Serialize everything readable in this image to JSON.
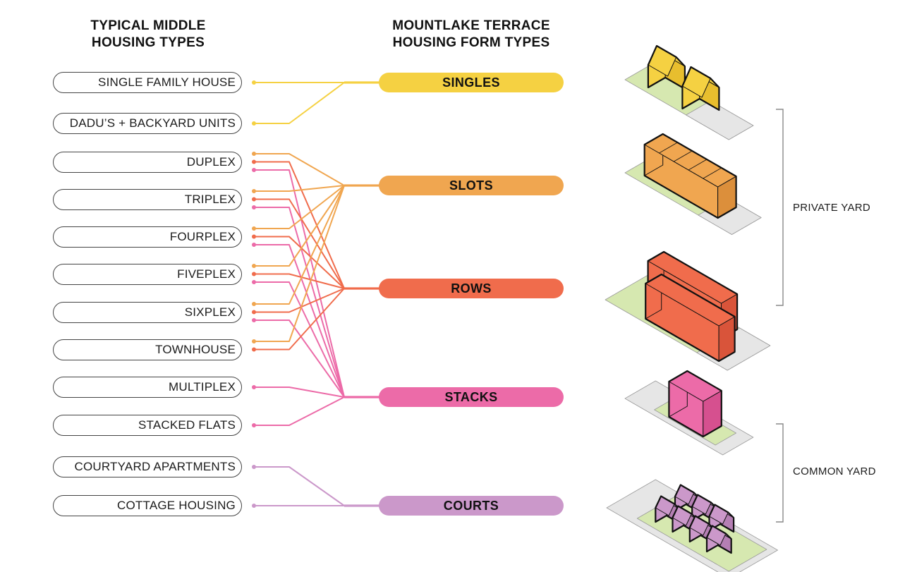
{
  "headings": {
    "left_line1": "TYPICAL MIDDLE",
    "left_line2": "HOUSING TYPES",
    "mid_line1": "MOUNTLAKE TERRACE",
    "mid_line2": "HOUSING FORM TYPES"
  },
  "colors": {
    "singles": "#F5D142",
    "slots": "#F0A650",
    "rows": "#F06C4C",
    "stacks": "#EC6BA8",
    "courts": "#CB98CA",
    "lawn": "#D6E8B0",
    "paving": "#E6E6E6"
  },
  "housing_types": [
    {
      "label": "SINGLE FAMILY HOUSE",
      "forms": [
        "singles"
      ]
    },
    {
      "label": "DADU’S + BACKYARD UNITS",
      "forms": [
        "singles"
      ]
    },
    {
      "label": "DUPLEX",
      "forms": [
        "slots",
        "rows",
        "stacks"
      ]
    },
    {
      "label": "TRIPLEX",
      "forms": [
        "slots",
        "rows",
        "stacks"
      ]
    },
    {
      "label": "FOURPLEX",
      "forms": [
        "slots",
        "rows",
        "stacks"
      ]
    },
    {
      "label": "FIVEPLEX",
      "forms": [
        "slots",
        "rows",
        "stacks"
      ]
    },
    {
      "label": "SIXPLEX",
      "forms": [
        "slots",
        "rows",
        "stacks"
      ]
    },
    {
      "label": "TOWNHOUSE",
      "forms": [
        "slots",
        "rows"
      ]
    },
    {
      "label": "MULTIPLEX",
      "forms": [
        "stacks"
      ]
    },
    {
      "label": "STACKED FLATS",
      "forms": [
        "stacks"
      ]
    },
    {
      "label": "COURTYARD APARTMENTS",
      "forms": [
        "courts"
      ]
    },
    {
      "label": "COTTAGE HOUSING",
      "forms": [
        "courts"
      ]
    }
  ],
  "form_types": [
    {
      "key": "singles",
      "label": "SINGLES"
    },
    {
      "key": "slots",
      "label": "SLOTS"
    },
    {
      "key": "rows",
      "label": "ROWS"
    },
    {
      "key": "stacks",
      "label": "STACKS"
    },
    {
      "key": "courts",
      "label": "COURTS"
    }
  ],
  "brackets": {
    "private_yard": {
      "label": "PRIVATE YARD",
      "forms": [
        "singles",
        "slots",
        "rows"
      ]
    },
    "common_yard": {
      "label": "COMMON YARD",
      "forms": [
        "stacks",
        "courts"
      ]
    }
  },
  "illustrations": [
    {
      "form": "singles",
      "icon": "detached-houses-illustration"
    },
    {
      "form": "slots",
      "icon": "slot-townhomes-illustration"
    },
    {
      "form": "rows",
      "icon": "rowhouses-illustration"
    },
    {
      "form": "stacks",
      "icon": "stacked-apartment-illustration"
    },
    {
      "form": "courts",
      "icon": "cottage-court-illustration"
    }
  ]
}
